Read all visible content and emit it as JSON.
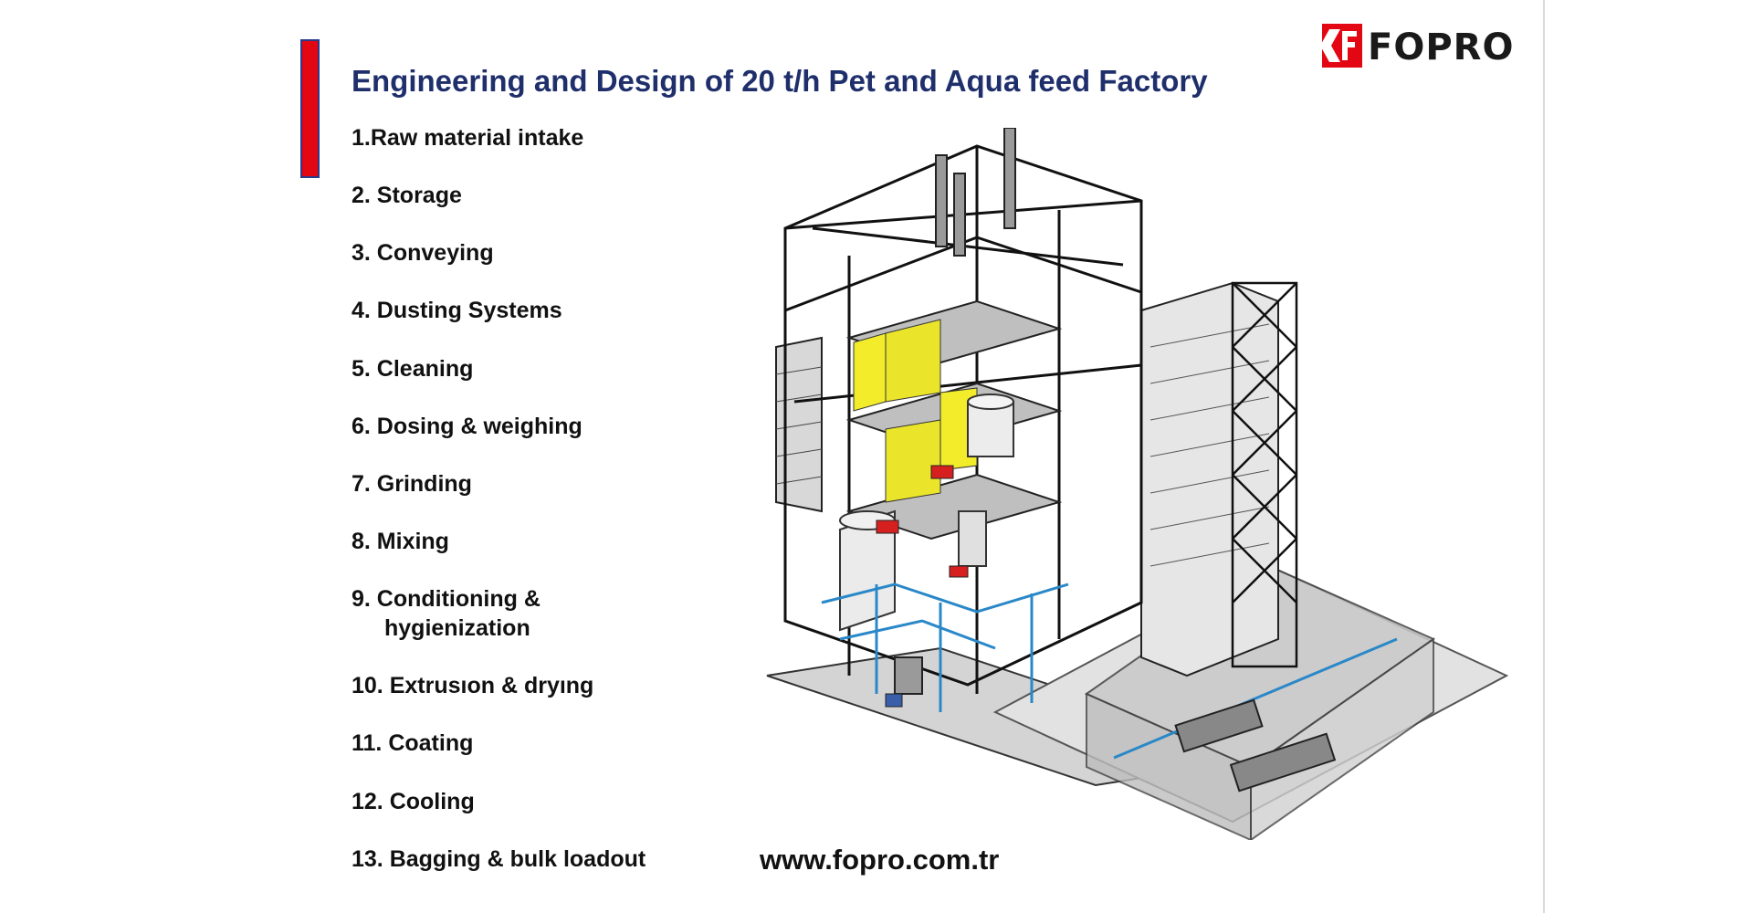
{
  "brand": {
    "name": "FOPRO",
    "logo_color": "#e30613"
  },
  "slide": {
    "title": "Engineering and Design of 20 t/h Pet and Aqua feed Factory",
    "website": "www.fopro.com.tr",
    "accent_color": "#e30613",
    "title_color": "#1f2f6b"
  },
  "steps": [
    {
      "line1": "1.Raw material intake"
    },
    {
      "line1": "2. Storage"
    },
    {
      "line1": "3. Conveying"
    },
    {
      "line1": "4. Dusting Systems"
    },
    {
      "line1": "5. Cleaning"
    },
    {
      "line1": "6. Dosing & weighing"
    },
    {
      "line1": "7. Grinding"
    },
    {
      "line1": "8. Mixing"
    },
    {
      "line1": "9. Conditioning &",
      "line2": "hygienization"
    },
    {
      "line1": "10. Extrusıon & dryıng"
    },
    {
      "line1": "11. Coating"
    },
    {
      "line1": "12. Cooling"
    },
    {
      "line1": "13. Bagging & bulk loadout"
    }
  ]
}
